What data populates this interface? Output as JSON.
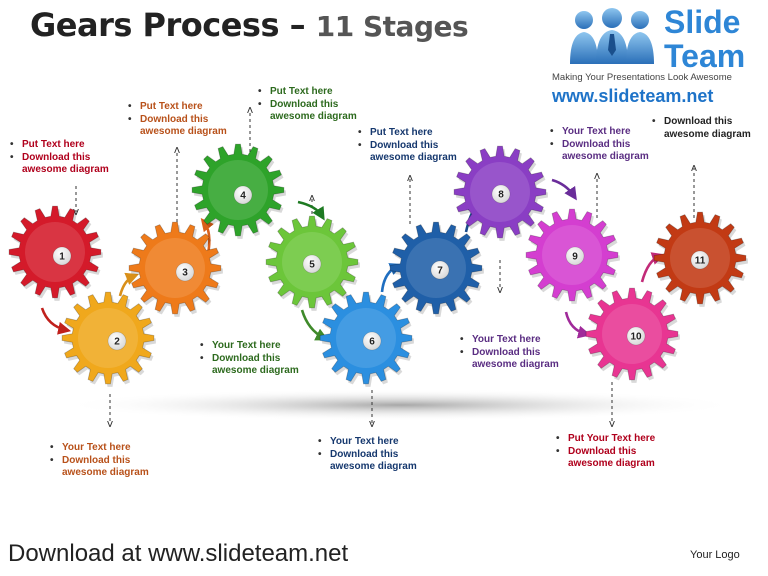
{
  "title": {
    "main": "Gears Process",
    "dash": " – ",
    "sub": "11 Stages"
  },
  "logo": {
    "word1": "Slide",
    "word2": "Team",
    "tagline": "Making Your Presentations Look Awesome",
    "url": "www.slideteam.net"
  },
  "footer": {
    "text": "Download at www.slideteam.net",
    "your_logo": "Your Logo"
  },
  "colors": {
    "title": "#222222",
    "logo_blue": "#2e86d6",
    "text_green": "#2d6a1e",
    "text_red": "#b0001c",
    "text_purple": "#5a2d82",
    "text_navy": "#16386e",
    "text_orange": "#b8511a"
  },
  "gears": [
    {
      "number": "1",
      "color": "#d41a2a"
    },
    {
      "number": "2",
      "color": "#f0a81c"
    },
    {
      "number": "3",
      "color": "#ee7a1a"
    },
    {
      "number": "4",
      "color": "#2ea32a"
    },
    {
      "number": "5",
      "color": "#6cc63a"
    },
    {
      "number": "6",
      "color": "#2b8fe0"
    },
    {
      "number": "7",
      "color": "#1f5fa8"
    },
    {
      "number": "8",
      "color": "#8a3ec4"
    },
    {
      "number": "9",
      "color": "#d43ed0"
    },
    {
      "number": "10",
      "color": "#e83592"
    },
    {
      "number": "11",
      "color": "#c23a14"
    }
  ],
  "labels": [
    {
      "lines": [
        "Put Text here",
        "Download this",
        "awesome diagram"
      ],
      "color": "#b0001c"
    },
    {
      "lines": [
        "Your Text here",
        "Download this",
        "awesome diagram"
      ],
      "color": "#b8511a"
    },
    {
      "lines": [
        "Put Text here",
        "Download this",
        "awesome diagram"
      ],
      "color": "#b8511a"
    },
    {
      "lines": [
        "Put Text here",
        "Download this",
        "awesome diagram"
      ],
      "color": "#2d6a1e"
    },
    {
      "lines": [
        "Your Text here",
        "Download this",
        "awesome diagram"
      ],
      "color": "#2d6a1e"
    },
    {
      "lines": [
        "Your Text here",
        "Download this",
        "awesome diagram"
      ],
      "color": "#16386e"
    },
    {
      "lines": [
        "Put Text here",
        "Download this",
        "awesome diagram"
      ],
      "color": "#16386e"
    },
    {
      "lines": [
        "Your Text here",
        "Download this",
        "awesome diagram"
      ],
      "color": "#5a2d82"
    },
    {
      "lines": [
        "Your Text here",
        "Download this",
        "awesome diagram"
      ],
      "color": "#5a2d82"
    },
    {
      "lines": [
        "Put Your Text here",
        "Download this",
        "awesome diagram"
      ],
      "color": "#b0001c"
    },
    {
      "lines": [
        "Download this",
        "awesome diagram"
      ],
      "color": "#222222"
    }
  ]
}
